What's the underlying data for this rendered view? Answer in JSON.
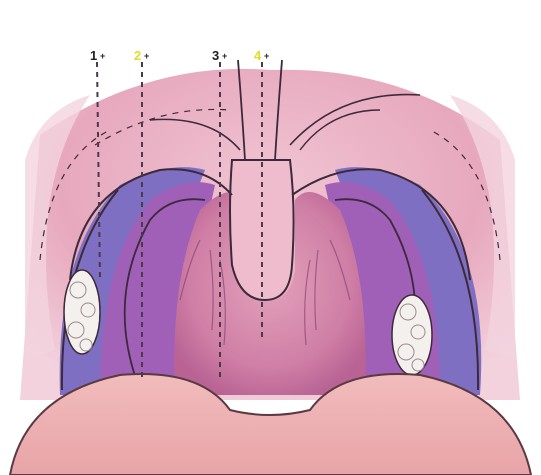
{
  "diagram": {
    "markers": [
      {
        "id": "1",
        "label": "1",
        "color": "#222222"
      },
      {
        "id": "2",
        "label": "2",
        "color": "#e0dc2a"
      },
      {
        "id": "3",
        "label": "3",
        "color": "#222222"
      },
      {
        "id": "4",
        "label": "4",
        "color": "#e0dc2a"
      }
    ],
    "colors": {
      "palate": "#e7a8bd",
      "palate_light": "#f1cdd9",
      "pharynx": "#c86e99",
      "pillar_purple": "#9a5bb4",
      "pillar_blue": "#7f6fc3",
      "tongue": "#efb6b6",
      "tongue_edge": "#5a3a40",
      "tonsil": "#f4f0ee",
      "outline": "#3c2a3a",
      "dashed_line": "#4a3a48"
    }
  }
}
